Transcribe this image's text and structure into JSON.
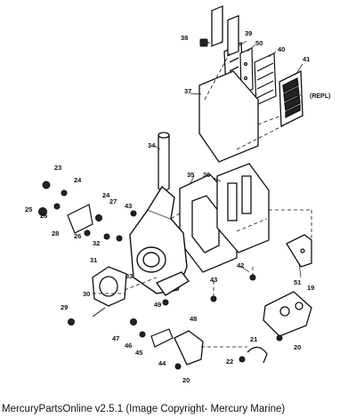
{
  "caption": "MercuryPartsOnline v2.5.1 (Image Copyright- Mercury Marine)",
  "repl_label": "(REPL)",
  "callouts": {
    "c19": "19",
    "c20a": "20",
    "c20b": "20",
    "c21": "21",
    "c22": "22",
    "c23": "23",
    "c24a": "24",
    "c24b": "24",
    "c25": "25",
    "c26a": "26",
    "c26b": "26",
    "c27": "27",
    "c28": "28",
    "c29": "29",
    "c30": "30",
    "c31": "31",
    "c32": "32",
    "c33": "33",
    "c34": "34",
    "c35": "35",
    "c36": "36",
    "c37": "37",
    "c38": "38",
    "c39": "39",
    "c40": "40",
    "c41": "41",
    "c42": "42",
    "c43a": "43",
    "c43b": "43",
    "c44": "44",
    "c45": "45",
    "c46": "46",
    "c47": "47",
    "c48": "48",
    "c49": "49",
    "c50": "50",
    "c51": "51"
  }
}
